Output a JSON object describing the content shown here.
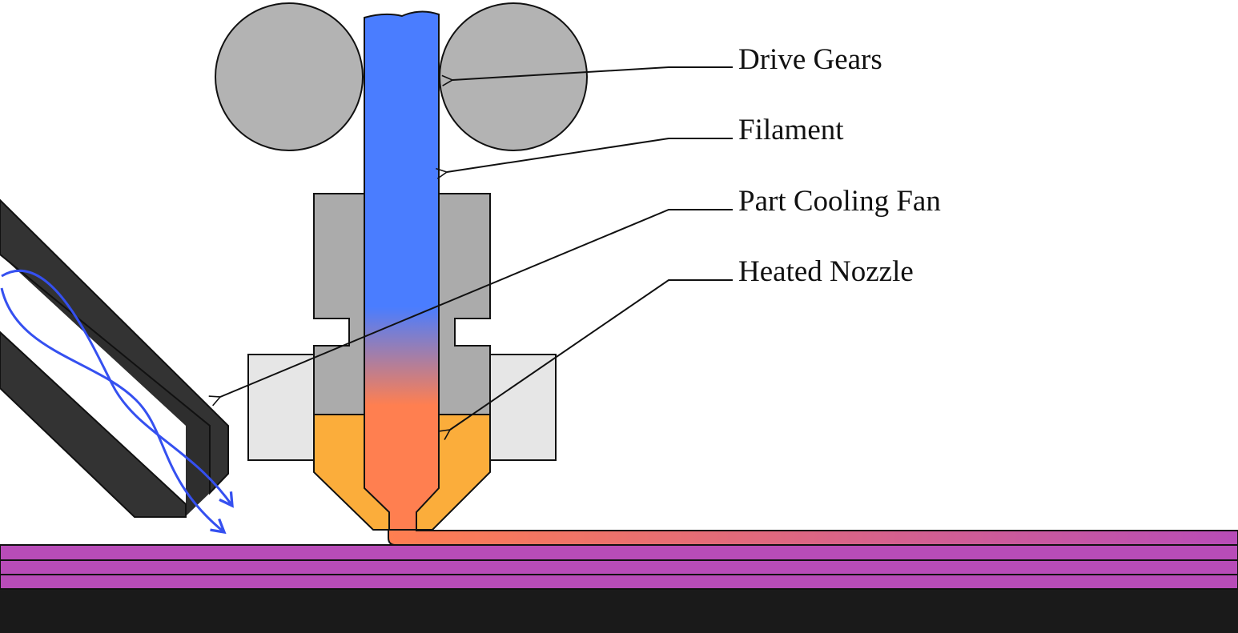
{
  "labels": {
    "drive_gears": "Drive Gears",
    "filament": "Filament",
    "part_cooling_fan": "Part Cooling Fan",
    "heated_nozzle": "Heated Nozzle"
  },
  "colors": {
    "gear": "#b3b3b3",
    "heat_break": "#ababab",
    "heater_block": "#e6e6e6",
    "nozzle": "#fbad3b",
    "filament_cold": "#4a7dff",
    "filament_hot": "#ff7f50",
    "printed_layers": "#b84cb8",
    "bed": "#1a1a1a",
    "fan_duct": "#333333",
    "airflow": "#3550f0",
    "outline": "#111111"
  }
}
